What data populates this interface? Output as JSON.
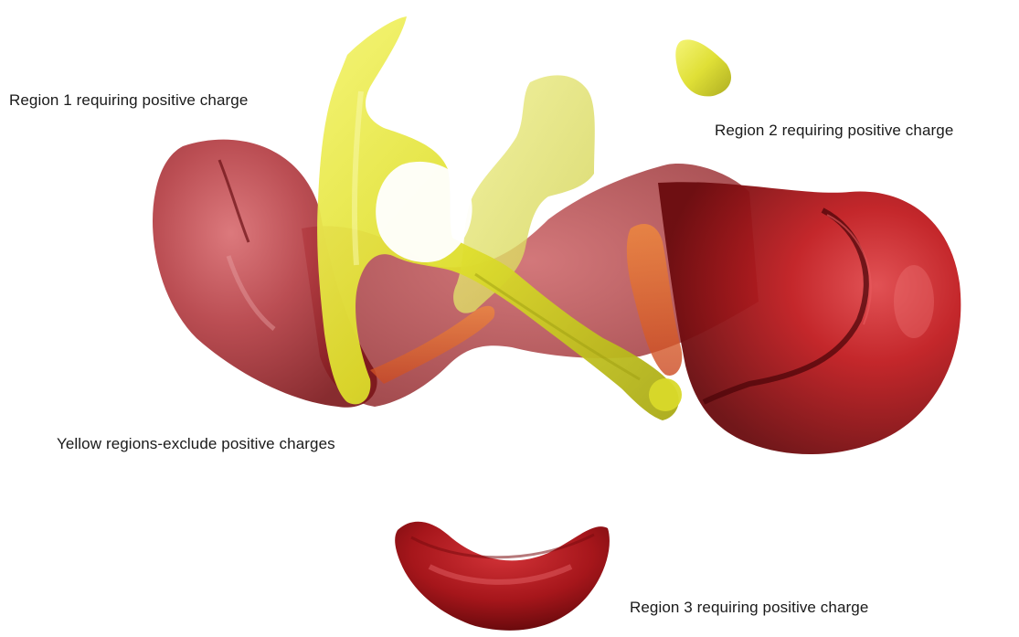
{
  "labels": {
    "region_1": "Region 1 requiring positive charge",
    "region_2": "Region 2 requiring positive charge",
    "yellow_regions": "Yellow regions-exclude positive charges",
    "region_3": "Region 3 requiring positive charge"
  },
  "colors": {
    "positive_region": "#b01e22",
    "positive_region_dark": "#6e0d10",
    "exclusion_region": "#e3e33a",
    "overlap_orange": "#e0652a",
    "background": "#ffffff"
  }
}
